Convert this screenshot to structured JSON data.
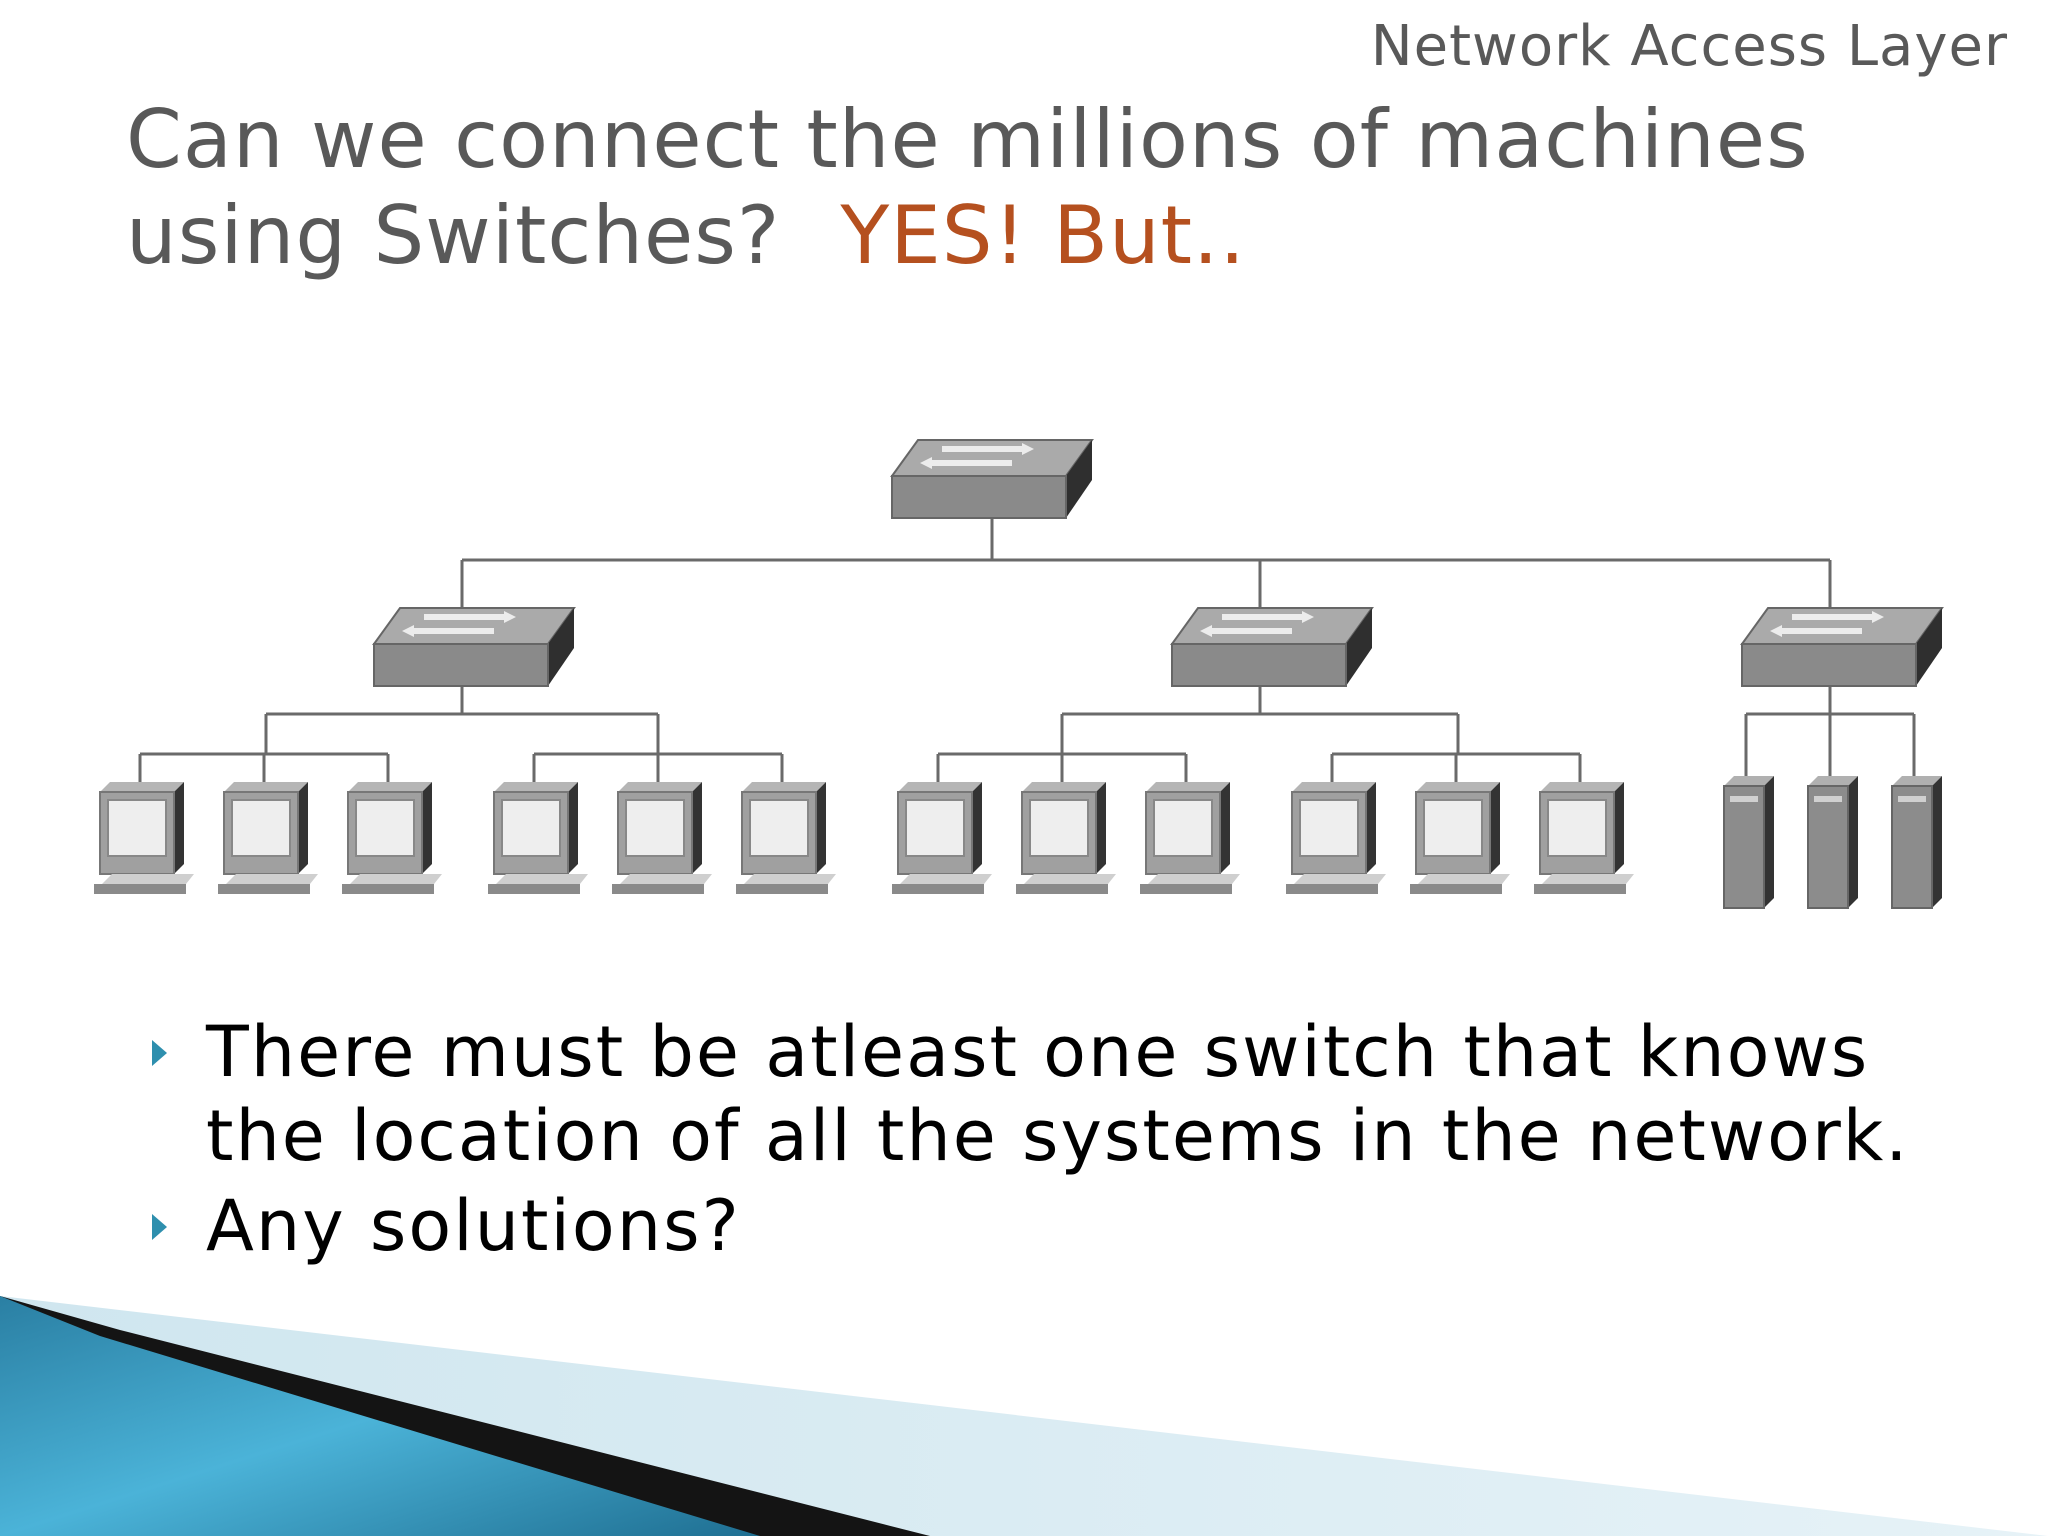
{
  "slide": {
    "corner_label": "Network Access Layer",
    "title_line1": "Can we connect the millions of machines",
    "title_line2": "using Switches?",
    "title_accent": "YES! But..",
    "accent_color": "#b5501f",
    "bullet_color": "#2e8fae"
  },
  "bullets": [
    "There must be atleast one switch that knows the location of all the systems in the network.",
    "Any solutions?"
  ],
  "diagram": {
    "core": {
      "icon": "switch-icon"
    },
    "distribution": [
      {
        "icon": "switch-icon",
        "attached": "pc-icon",
        "count": 6
      },
      {
        "icon": "switch-icon",
        "attached": "pc-icon",
        "count": 6
      },
      {
        "icon": "switch-icon",
        "attached": "server-icon",
        "count": 3
      }
    ]
  }
}
